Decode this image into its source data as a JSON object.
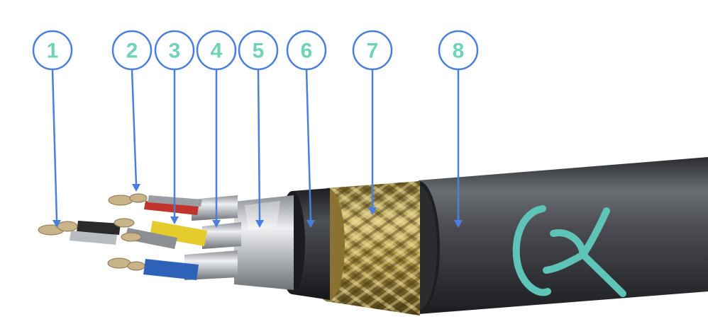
{
  "colors": {
    "callout_ring": "#4a7fe0",
    "callout_number": "#6fd3b8",
    "outer_jacket": "#3c3e42",
    "braid": "#b49a4e",
    "logo": "#5fc4b8",
    "wire_red": "#c0342c",
    "wire_yellow": "#e4cc2c",
    "wire_blue": "#2e62b8",
    "wire_black": "#2a2a2c"
  },
  "callouts": [
    {
      "number": "1",
      "part": "conductor-pairs"
    },
    {
      "number": "2",
      "part": "red-insulated-core"
    },
    {
      "number": "3",
      "part": "yellow-insulated-core"
    },
    {
      "number": "4",
      "part": "pair-foil-shield"
    },
    {
      "number": "5",
      "part": "overall-foil-shield"
    },
    {
      "number": "6",
      "part": "inner-jacket"
    },
    {
      "number": "7",
      "part": "braided-shield"
    },
    {
      "number": "8",
      "part": "outer-jacket"
    }
  ],
  "logo": {
    "icon": "company-logo-icon"
  }
}
